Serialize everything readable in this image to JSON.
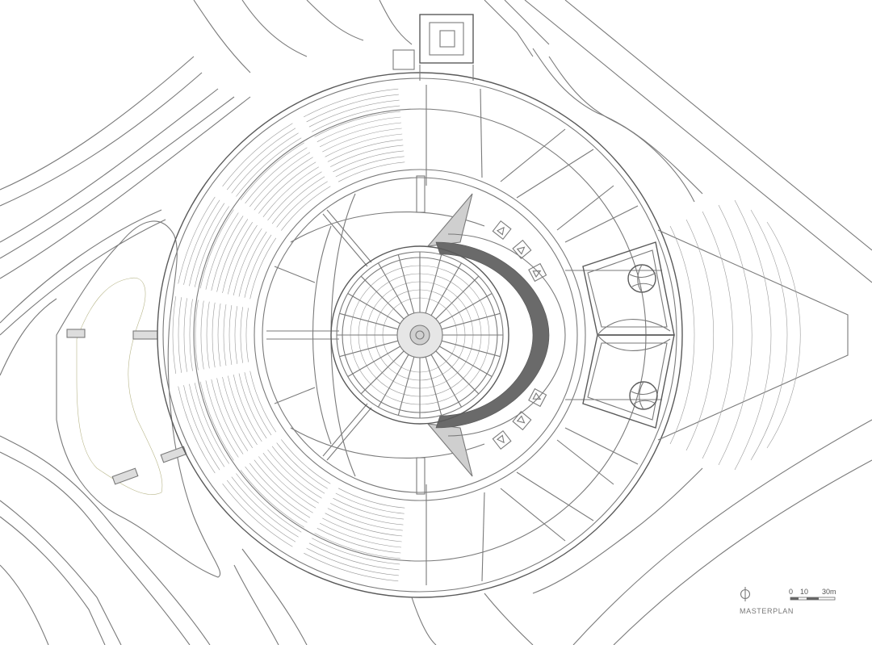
{
  "legend": {
    "title": "MASTERPLAN",
    "scale_labels": [
      "0",
      "10",
      "30m"
    ]
  },
  "colors": {
    "line": "#7a7a7a",
    "fill_dark": "#6a6a6a",
    "background": "#ffffff"
  },
  "icons": {
    "north_arrow": "north-arrow-icon",
    "basketball": "basketball-icon"
  }
}
